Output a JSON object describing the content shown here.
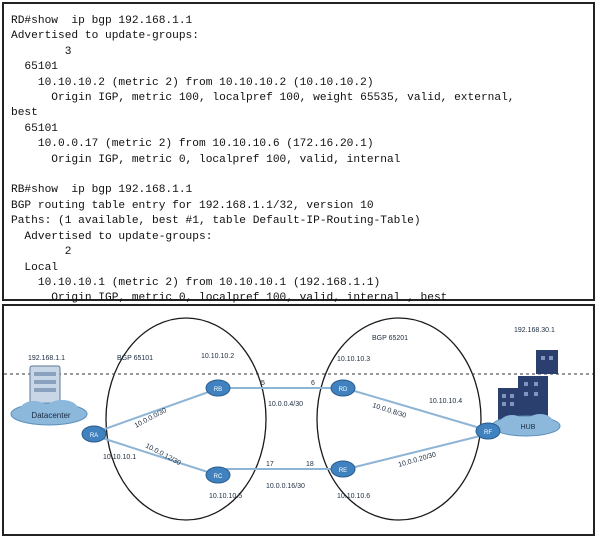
{
  "cli": {
    "lines": [
      "RD#show  ip bgp 192.168.1.1",
      "Advertised to update-groups:",
      "        3",
      "  65101",
      "    10.10.10.2 (metric 2) from 10.10.10.2 (10.10.10.2)",
      "      Origin IGP, metric 100, localpref 100, weight 65535, valid, external,",
      "best",
      "  65101",
      "    10.0.0.17 (metric 2) from 10.10.10.6 (172.16.20.1)",
      "      Origin IGP, metric 0, localpref 100, valid, internal",
      "",
      "RB#show  ip bgp 192.168.1.1",
      "BGP routing table entry for 192.168.1.1/32, version 10",
      "Paths: (1 available, best #1, table Default-IP-Routing-Table)",
      "  Advertised to update-groups:",
      "        2",
      "  Local",
      "    10.10.10.1 (metric 2) from 10.10.10.1 (192.168.1.1)",
      "      Origin IGP, metric 0, localpref 100, valid, internal , best"
    ]
  },
  "diagram": {
    "bgp_left_label": "BGP 65101",
    "bgp_right_label": "BGP 65201",
    "datacenter_ip": "192.168.1.1",
    "datacenter_label": "Datacenter",
    "hub_ip": "192.168.30.1",
    "hub_label": "HUB",
    "routers": {
      "ra": "RA",
      "rb": "RB",
      "rc": "RC",
      "rd": "RD",
      "re": "RE",
      "rf": "RF"
    },
    "loopbacks": {
      "ra": "10.10.10.1",
      "rb": "10.10.10.2",
      "rc": "10.10.10.5",
      "rd": "10.10.10.3",
      "re": "10.10.10.6",
      "rf": "10.10.10.4"
    },
    "links": {
      "ra_rb": "10.0.0.0/30",
      "ra_rc": "10.0.0.12/30",
      "rb_rd": "10.0.0.4/30",
      "rc_re": "10.0.0.16/30",
      "rd_rf": "10.0.0.8/30",
      "re_rf": "10.0.0.20/30"
    },
    "interfaces": {
      "rb_rd_left": "5",
      "rb_rd_right": "6",
      "rc_re_left": "17",
      "rc_re_right": "18"
    },
    "colors": {
      "link": "#8fb5d6",
      "router": "#3f82bf",
      "cloud": "#8cb8dc",
      "building": "#2a3f6e"
    }
  }
}
